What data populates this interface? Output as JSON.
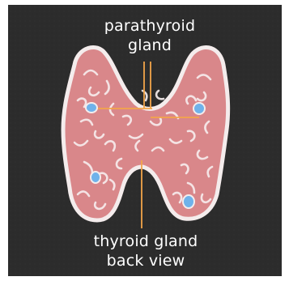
{
  "labels": {
    "top_line1": "parathyroid",
    "top_line2": "gland",
    "bottom_line1": "thyroid gland",
    "bottom_line2": "back view"
  },
  "colors": {
    "chalkboard": "#2b2b2b",
    "gland_fill": "#d9878a",
    "gland_outline": "#f4ecec",
    "parathyroid": "#6fb2ea",
    "leader_lines": "#f3a54a",
    "text": "#ffffff"
  }
}
